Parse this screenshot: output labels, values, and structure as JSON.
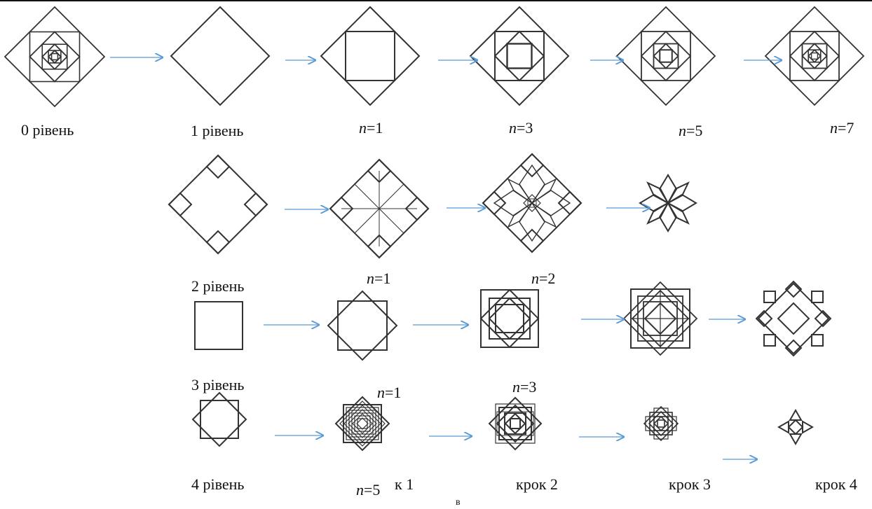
{
  "colors": {
    "stroke": "#333333",
    "arrow": "#5b9bd5"
  },
  "labels": {
    "level0": "0 рівень",
    "level1": "1 рівень",
    "level2": "2 рівень",
    "level3": "3 рівень",
    "level4": "4 рівень",
    "krok1_fragment": "к 1",
    "krok2": "крок 2",
    "krok3": "крок 3",
    "krok4": "крок 4",
    "bottom_v": "в"
  },
  "n_labels": {
    "r1_1": {
      "var": "n",
      "rest": "=1"
    },
    "r1_3": {
      "var": "n",
      "rest": "=3"
    },
    "r1_5": {
      "var": "n",
      "rest": "=5"
    },
    "r1_7": {
      "var": "n",
      "rest": "=7"
    },
    "r2_1": {
      "var": "n",
      "rest": "=1"
    },
    "r2_2": {
      "var": "n",
      "rest": "=2"
    },
    "r3_1": {
      "var": "n",
      "rest": "=1"
    },
    "r3_3": {
      "var": "n",
      "rest": "=3"
    },
    "r4_5": {
      "var": "n",
      "rest": "=5"
    }
  }
}
